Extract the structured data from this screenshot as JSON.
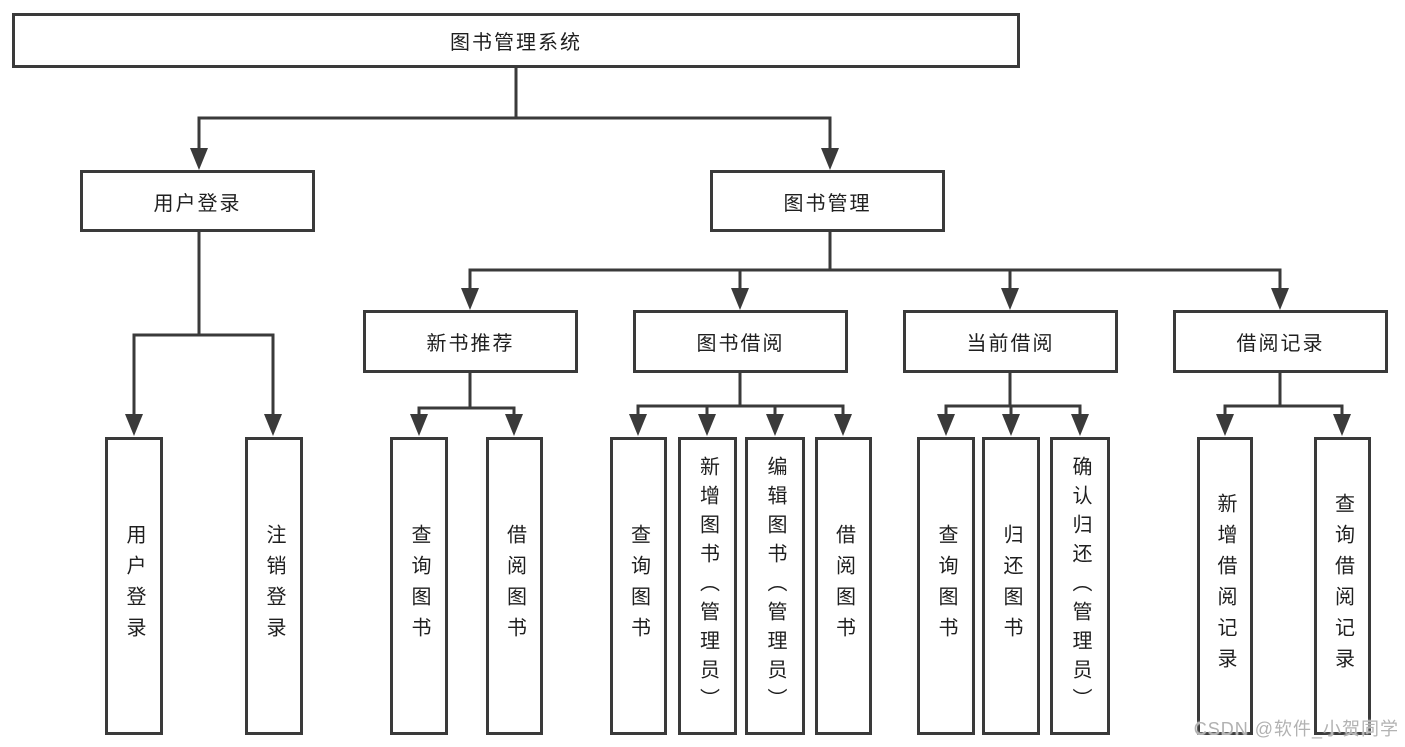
{
  "diagram": {
    "root": {
      "label": "图书管理系统"
    },
    "level2": [
      {
        "label": "用户登录"
      },
      {
        "label": "图书管理"
      }
    ],
    "level3": [
      {
        "label": "新书推荐"
      },
      {
        "label": "图书借阅"
      },
      {
        "label": "当前借阅"
      },
      {
        "label": "借阅记录"
      }
    ],
    "leaves": {
      "user_login": [
        "用户登录",
        "注销登录"
      ],
      "new_books": [
        "查询图书",
        "借阅图书"
      ],
      "book_borrow": [
        "查询图书",
        "新增图书（管理员）",
        "编辑图书（管理员）",
        "借阅图书"
      ],
      "current_borrow": [
        "查询图书",
        "归还图书",
        "确认归还（管理员）"
      ],
      "borrow_records": [
        "新增借阅记录",
        "查询借阅记录"
      ]
    }
  },
  "watermark": "CSDN @软件_小贺同学",
  "colors": {
    "line": "#3a3a3a",
    "text": "#1f1f1f",
    "watermark": "#b2b2b2",
    "background": "#ffffff"
  }
}
